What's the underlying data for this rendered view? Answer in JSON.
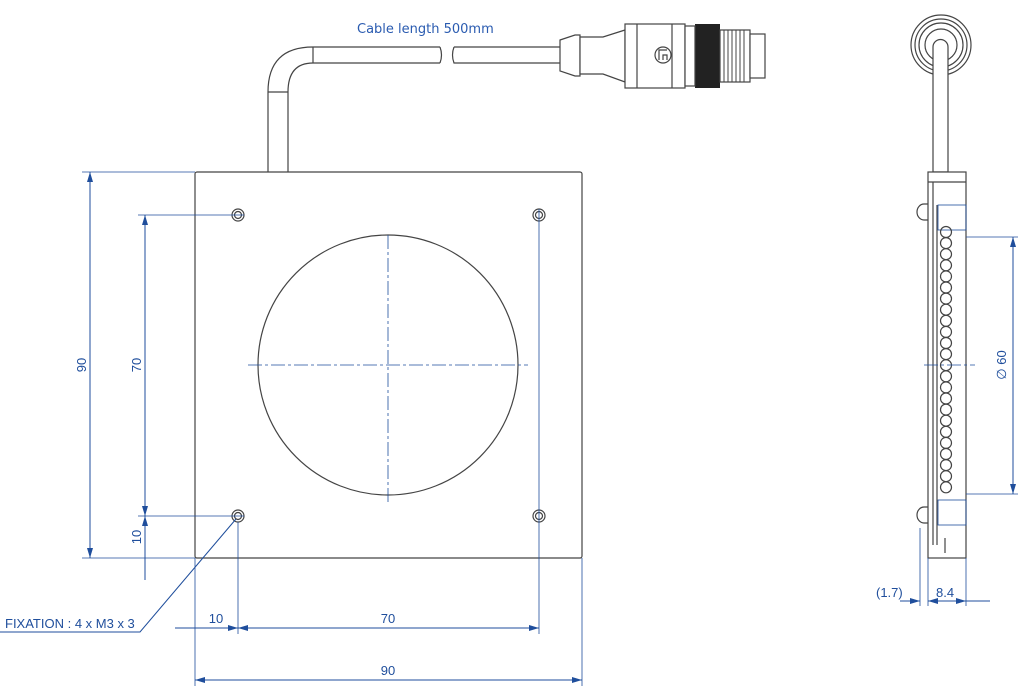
{
  "cable_label": "Cable length 500mm",
  "front_view": {
    "dim_height_overall": "90",
    "dim_hole_spacing_vertical": "70",
    "dim_hole_offset_vertical": "10",
    "dim_hole_offset_horizontal": "10",
    "dim_hole_spacing_horizontal": "70",
    "dim_width_overall": "90",
    "fixation_note": "FIXATION : 4 x M3 x 3"
  },
  "side_view": {
    "dim_diameter": "∅ 60",
    "dim_offset": "(1.7)",
    "dim_thickness": "8.4"
  },
  "colors": {
    "dimension": "#1f4e9c",
    "outline": "#444444"
  }
}
